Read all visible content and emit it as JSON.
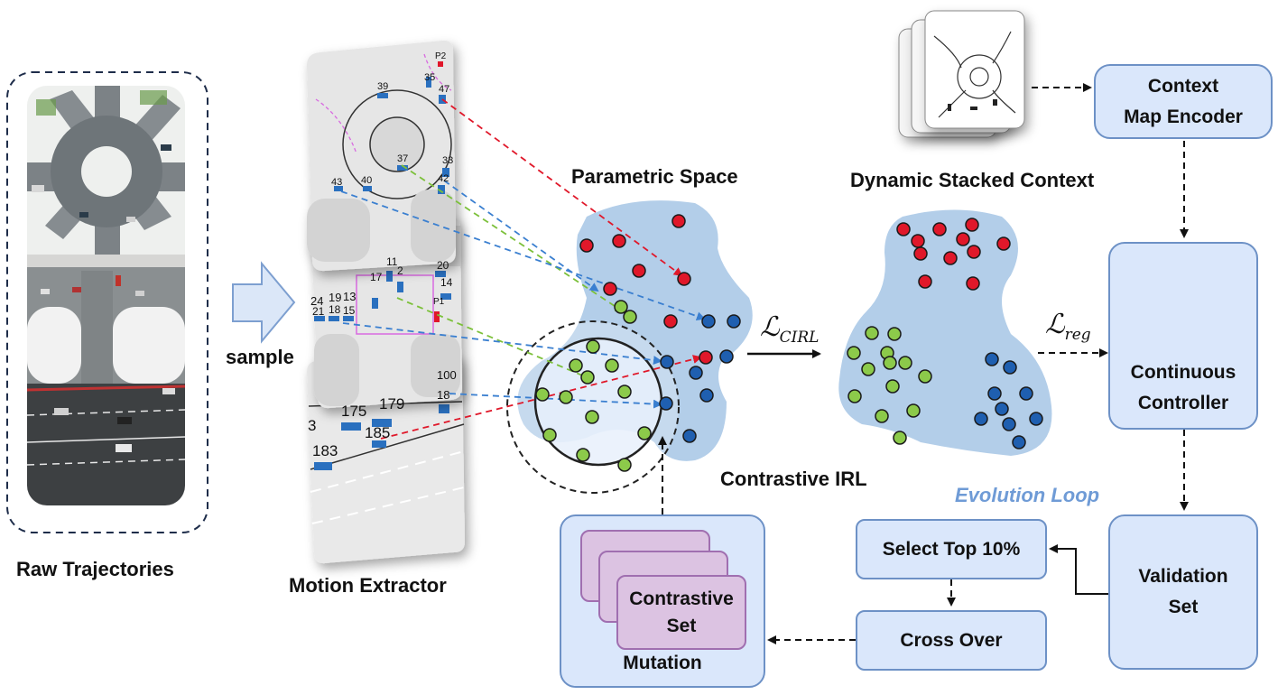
{
  "labels": {
    "raw_trajectories": "Raw Trajectories",
    "sample": "sample",
    "motion_extractor": "Motion Extractor",
    "parametric_space": "Parametric Space",
    "dynamic_stacked_context": "Dynamic Stacked Context",
    "contrastive_irl": "Contrastive IRL",
    "evolution_loop": "Evolution Loop",
    "mutation": "Mutation",
    "loss_cirl": "ℒ",
    "loss_cirl_sub": "CIRL",
    "loss_reg": "ℒ",
    "loss_reg_sub": "reg"
  },
  "boxes": {
    "context_map_encoder": [
      "Context",
      "Map Encoder"
    ],
    "continuous_controller": [
      "Continuous",
      "Controller"
    ],
    "validation_set": [
      "Validation",
      "Set"
    ],
    "select_top": "Select Top 10%",
    "cross_over": "Cross Over",
    "contrastive_set": [
      "Contrastive",
      "Set"
    ]
  },
  "map_ids": {
    "top": [
      "39",
      "35",
      "P2",
      "47",
      "37",
      "33",
      "43",
      "40",
      "42"
    ],
    "middle": [
      "17",
      "11",
      "2",
      "20",
      "14",
      "24",
      "19",
      "13",
      "21",
      "18",
      "15",
      "P1"
    ],
    "bottom": [
      "3",
      "175",
      "179",
      "185",
      "183",
      "18",
      "100"
    ]
  },
  "colors": {
    "red": "#e0182a",
    "blue": "#1f5fb0",
    "green": "#8cca4a",
    "blob": "#b3cee9",
    "box_fill": "#dae7fb",
    "box_border": "#6d91c6",
    "purple_fill": "#dcc3e2",
    "purple_border": "#a06fb0",
    "evolution": "#6f9bd6"
  }
}
